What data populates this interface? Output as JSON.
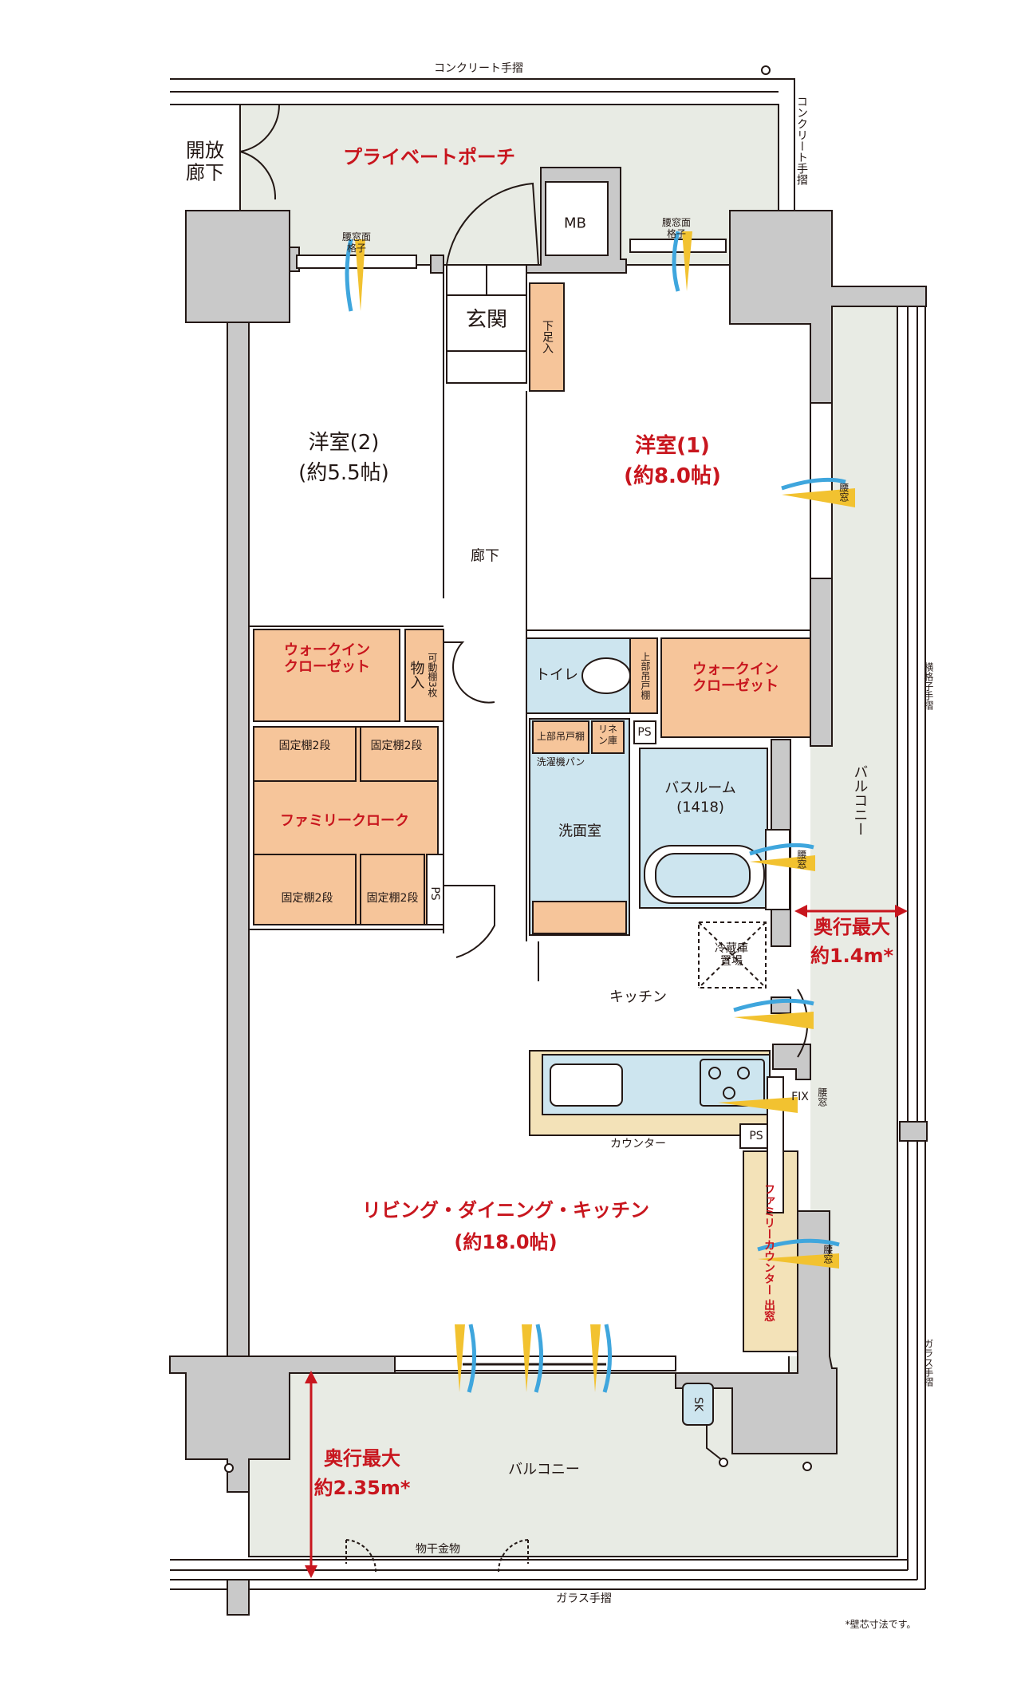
{
  "railings": {
    "top": "コンクリート手摺",
    "right_top": "コンクリート手摺",
    "right_lattice": "横格子手摺",
    "right_glass": "ガラス手摺",
    "bottom": "ガラス手摺"
  },
  "open_corridor": "開放廊下",
  "porch": "プライベートポーチ",
  "mb": "MB",
  "entrance": "玄関",
  "shoe_storage": "下足入",
  "hallway": "廊下",
  "western_room_2": {
    "name": "洋室(2)",
    "size": "(約5.5帖)"
  },
  "western_room_1": {
    "name": "洋室(1)",
    "size": "(約8.0帖)"
  },
  "walk_in_closet_left": "ウォークイン クローゼット",
  "walk_in_closet_right": "ウォークイン クローゼット",
  "storage": {
    "name": "物入",
    "shelf": "可動棚3枚"
  },
  "family_cloak": {
    "name": "ファミリークローク",
    "shelves": [
      "固定棚2段",
      "固定棚2段",
      "固定棚2段",
      "固定棚2段"
    ]
  },
  "ps": [
    "PS",
    "PS",
    "PS"
  ],
  "toilet": {
    "name": "トイレ",
    "cabinet": "上部吊戸棚"
  },
  "washroom": {
    "name": "洗面室",
    "cabinet": "上部吊戸棚",
    "washer": "洗濯機パン",
    "linen": "リネン庫"
  },
  "bathroom": {
    "name": "バスルーム",
    "size": "(1418)"
  },
  "fridge": "冷蔵庫置場",
  "kitchen": "キッチン",
  "counter": "カウンター",
  "family_counter": "ファミリーカウンター 出窓",
  "ldk": {
    "name": "リビング・ダイニング・キッチン",
    "size": "(約18.0帖)"
  },
  "windows": {
    "lattice": "腰窓面格子",
    "waist": "腰窓",
    "fix": "FIX"
  },
  "balcony_right": "バルコニー",
  "balcony_bottom": "バルコニー",
  "depth_right": {
    "title": "奥行最大",
    "value": "約1.4m*"
  },
  "depth_bottom": {
    "title": "奥行最大",
    "value": "約2.35m*"
  },
  "laundry_hanger": "物干金物",
  "sk": "SK",
  "footnote": "*壁芯寸法です。",
  "colors": {
    "wall": "#c9c9c9",
    "floor_outdoor": "#e8ebe4",
    "wet": "#cde5ef",
    "storage": "#f6c59a",
    "counter": "#f3e2b8",
    "accent": "#c8161e",
    "wind_yellow": "#f2c230",
    "wind_blue": "#3fa6dd"
  }
}
